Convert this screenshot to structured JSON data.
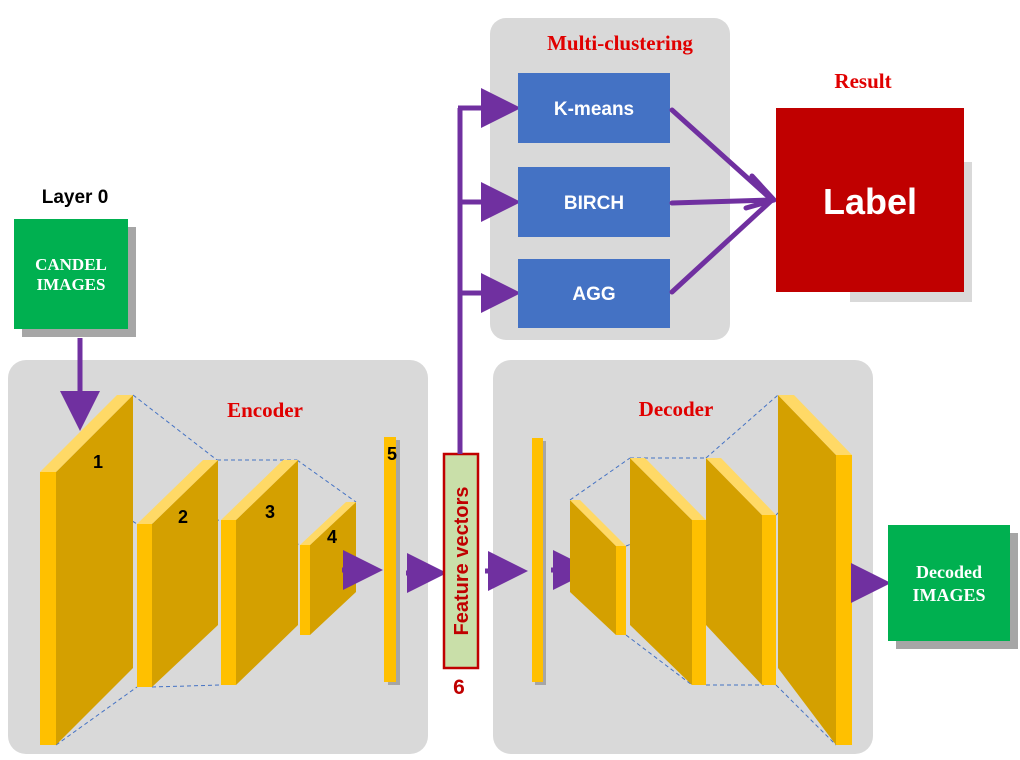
{
  "colors": {
    "panel": "#d9d9d9",
    "green": "#00b050",
    "blue": "#4472c4",
    "red_box": "#c00000",
    "title_red": "#e00000",
    "arrow": "#7030a0",
    "layer_front": "#ffc000",
    "layer_side": "#d4a000",
    "feature_fill": "#c9dfa9",
    "feature_border": "#c00000"
  },
  "input": {
    "layer_label": "Layer 0",
    "box_label_line1": "CANDEL",
    "box_label_line2": "IMAGES"
  },
  "encoder": {
    "title": "Encoder",
    "layer_numbers": [
      "1",
      "2",
      "3",
      "4",
      "5"
    ]
  },
  "feature": {
    "label": "Feature vectors",
    "number": "6"
  },
  "decoder": {
    "title": "Decoder"
  },
  "output": {
    "box_label_line1": "Decoded",
    "box_label_line2": "IMAGES"
  },
  "clustering": {
    "title": "Multi-clustering",
    "methods": [
      "K-means",
      "BIRCH",
      "AGG"
    ]
  },
  "result": {
    "title": "Result",
    "label": "Label"
  }
}
